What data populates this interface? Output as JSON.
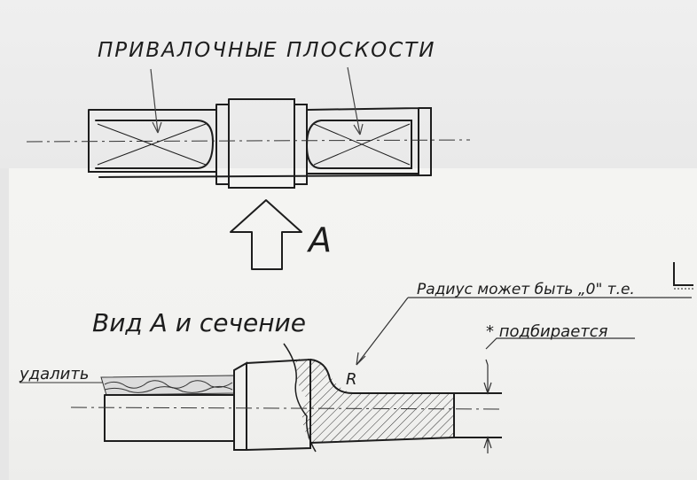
{
  "labels": {
    "top_title": "ПРИВАЛОЧНЫЕ ПЛОСКОСТИ",
    "view_letter": "A",
    "view_title": "Вид A и сечение",
    "radius_note": "Радиус может быть „0\" т.е.",
    "radius_symbol": "R",
    "remove_note": "удалить",
    "adjust_note": "* подбирается"
  },
  "colors": {
    "ink": "#1d1d1d",
    "pencil": "#555555",
    "paper": "#f2f2f0"
  },
  "icons": {
    "view_arrow": "hollow-up-arrow",
    "corner_symbol": "sharp-corner-symbol"
  }
}
